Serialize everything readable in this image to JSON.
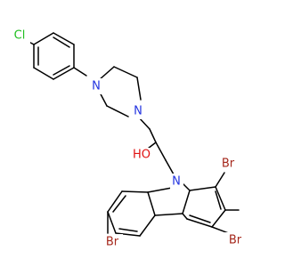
{
  "molecule": {
    "atoms": {
      "cl": {
        "text": "Cl",
        "color": "#1fbf1f"
      },
      "n_pip_left": {
        "text": "N",
        "color": "#2233e0"
      },
      "n_pip_right": {
        "text": "N",
        "color": "#2233e0"
      },
      "oh": {
        "text": "HO",
        "color": "#e01010"
      },
      "n_carbazole": {
        "text": "N",
        "color": "#2233e0"
      },
      "br_1": {
        "text": "Br",
        "color": "#a5281c"
      },
      "br_3": {
        "text": "Br",
        "color": "#a5281c"
      },
      "br_6": {
        "text": "Br",
        "color": "#a5281c"
      }
    }
  }
}
